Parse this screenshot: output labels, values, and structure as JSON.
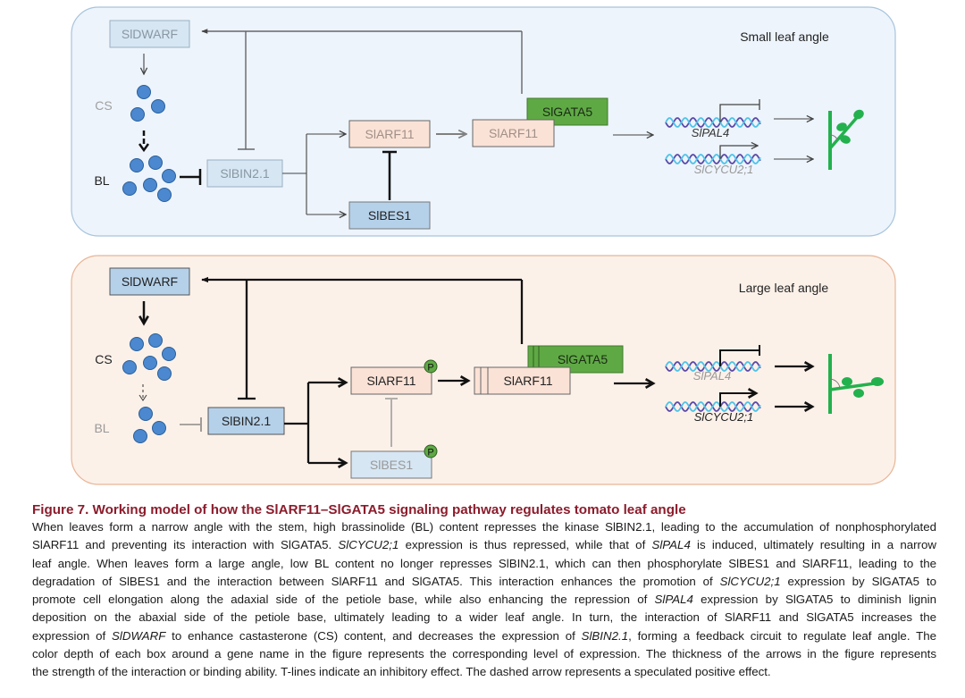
{
  "panels": {
    "small": {
      "title": "Small leaf angle",
      "labels": {
        "cs": "CS",
        "bl": "BL"
      },
      "genes": {
        "dwarf": "SlDWARF",
        "bin2": "SlBIN2.1",
        "arf11": "SlARF11",
        "bes1": "SlBES1",
        "arf11_complex": "SlARF11",
        "gata5": "SlGATA5",
        "pal4": "SlPAL4",
        "cycu": "SlCYCU2;1"
      }
    },
    "large": {
      "title": "Large leaf angle",
      "labels": {
        "cs": "CS",
        "bl": "BL"
      },
      "genes": {
        "dwarf": "SlDWARF",
        "bin2": "SlBIN2.1",
        "arf11": "SlARF11",
        "bes1": "SlBES1",
        "arf11_complex": "SlARF11",
        "gata5": "SlGATA5",
        "pal4": "SlPAL4",
        "cycu": "SlCYCU2;1"
      },
      "phospho_label": "P"
    }
  },
  "colors": {
    "small_panel_bg": "#edf4fc",
    "small_panel_border": "#a8c4dc",
    "large_panel_bg": "#fcf1e9",
    "large_panel_border": "#e8b596",
    "molecule_blue": "#4b88cf",
    "gene_blue_dark": "#b5d1ea",
    "gene_blue_light": "#d6e6f3",
    "gene_peach": "#fbe2d6",
    "gata_green": "#5fa945",
    "plant_green": "#23b14d",
    "caption_title": "#8b1c2c"
  },
  "caption": {
    "title": "Figure 7. Working model of how the SlARF11–SlGATA5 signaling pathway regulates tomato leaf angle",
    "lines": [
      [
        {
          "t": "When leaves form a narrow angle with the stem, high brassinolide (BL) content represses the kinase SlBIN2.1, leading to the accumulation of nonphosphorylated"
        }
      ],
      [
        {
          "t": "SlARF11 and preventing its interaction with SlGATA5. "
        },
        {
          "t": "SlCYCU2;1",
          "i": true
        },
        {
          "t": " expression is thus repressed, while that of "
        },
        {
          "t": "SlPAL4",
          "i": true
        },
        {
          "t": " is induced, ultimately resulting in a narrow"
        }
      ],
      [
        {
          "t": "leaf angle. When leaves form a large angle, low BL content no longer represses SlBIN2.1, which can then phosphorylate SlBES1 and SlARF11, leading to the"
        }
      ],
      [
        {
          "t": "degradation of SlBES1 and the interaction between SlARF11 and SlGATA5. This interaction enhances the promotion of "
        },
        {
          "t": "SlCYCU2;1",
          "i": true
        },
        {
          "t": " expression by SlGATA5 to"
        }
      ],
      [
        {
          "t": "promote cell elongation along the adaxial side of the petiole base, while also enhancing the repression of "
        },
        {
          "t": "SlPAL4",
          "i": true
        },
        {
          "t": " expression by SlGATA5 to diminish lignin"
        }
      ],
      [
        {
          "t": "deposition on the abaxial side of the petiole base, ultimately leading to a wider leaf angle. In turn, the interaction of SlARF11 and SlGATA5 increases the"
        }
      ],
      [
        {
          "t": "expression of "
        },
        {
          "t": "SlDWARF",
          "i": true
        },
        {
          "t": " to enhance castasterone (CS) content, and decreases the expression of "
        },
        {
          "t": "SlBIN2.1",
          "i": true
        },
        {
          "t": ", forming a feedback circuit to regulate leaf angle. The"
        }
      ],
      [
        {
          "t": "color depth of each box around a gene name in the figure represents the corresponding level of expression. The thickness of the arrows in the figure represents"
        }
      ],
      [
        {
          "t": "the strength of the interaction or binding ability. T-lines indicate an inhibitory effect. The dashed arrow represents a speculated positive effect."
        }
      ]
    ]
  }
}
